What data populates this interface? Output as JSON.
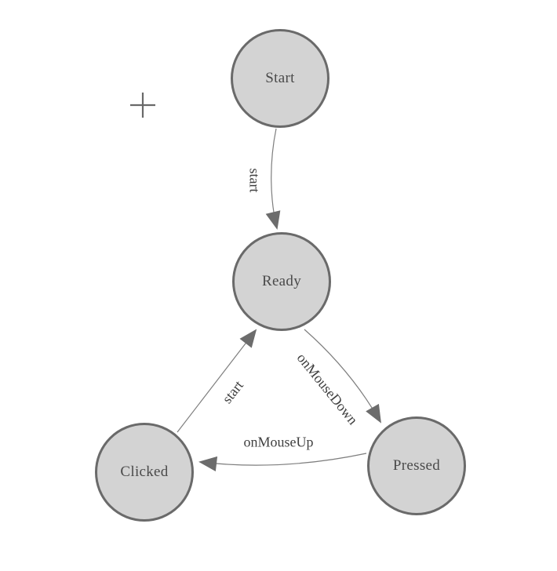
{
  "diagram": {
    "type": "state-machine",
    "background_color": "#ffffff",
    "node_fill_color": "#d3d3d3",
    "node_border_color": "#6a6a6a",
    "edge_color": "#7e7e7e",
    "arrow_color": "#6c6c6c",
    "node_text_color": "#4a4a4a",
    "edge_text_color": "#3f3f3f",
    "nodes": [
      {
        "id": "start",
        "label": "Start"
      },
      {
        "id": "ready",
        "label": "Ready"
      },
      {
        "id": "clicked",
        "label": "Clicked"
      },
      {
        "id": "pressed",
        "label": "Pressed"
      }
    ],
    "edges": [
      {
        "from": "Start",
        "to": "Ready",
        "label": "start"
      },
      {
        "from": "Ready",
        "to": "Pressed",
        "label": "onMouseDown"
      },
      {
        "from": "Pressed",
        "to": "Clicked",
        "label": "onMouseUp"
      },
      {
        "from": "Clicked",
        "to": "Ready",
        "label": "start"
      }
    ],
    "crosshair_icon": "plus"
  }
}
